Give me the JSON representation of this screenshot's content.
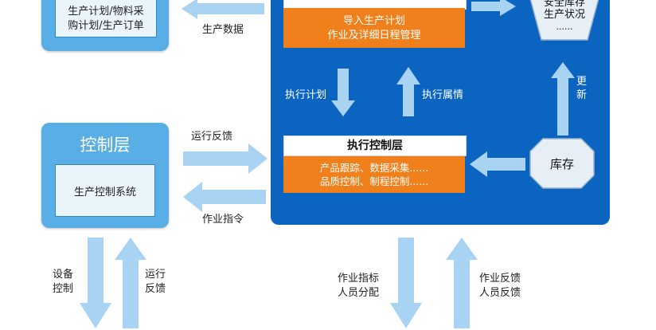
{
  "plan_layer": {
    "line1": "生产计划/物料采",
    "line2": "购计划/生产订单"
  },
  "labels": {
    "production_data": "生产数据",
    "run_feedback": "运行反馈",
    "work_order": "作业指令",
    "exec_plan": "执行计划",
    "exec_status": "执行属情",
    "update": "更新",
    "equip_control": "设备控制",
    "run_feedback_v": "运行反馈",
    "work_index": "作业指标",
    "staff_assign": "人员分配",
    "work_feedback": "作业反馈",
    "staff_feedback": "人员反馈"
  },
  "control_layer": {
    "title": "控制层",
    "system": "生产控制系统"
  },
  "top_orange": {
    "line1": "导入生产计划",
    "line2": "作业及详细日程管理"
  },
  "exec_layer": {
    "title": "执行控制层",
    "line1": "产品跟踪、数据采集......",
    "line2": "品质控制、制程控制......"
  },
  "safety_stock": {
    "line1": "安全库存",
    "line2": "生产状况",
    "line3": "......"
  },
  "inventory": {
    "label": "库存"
  },
  "colors": {
    "panel_blue": "#0a64c0",
    "layer_blue": "#5aaee6",
    "orange": "#f0801c",
    "arrow_light": "#a9d3f2"
  }
}
